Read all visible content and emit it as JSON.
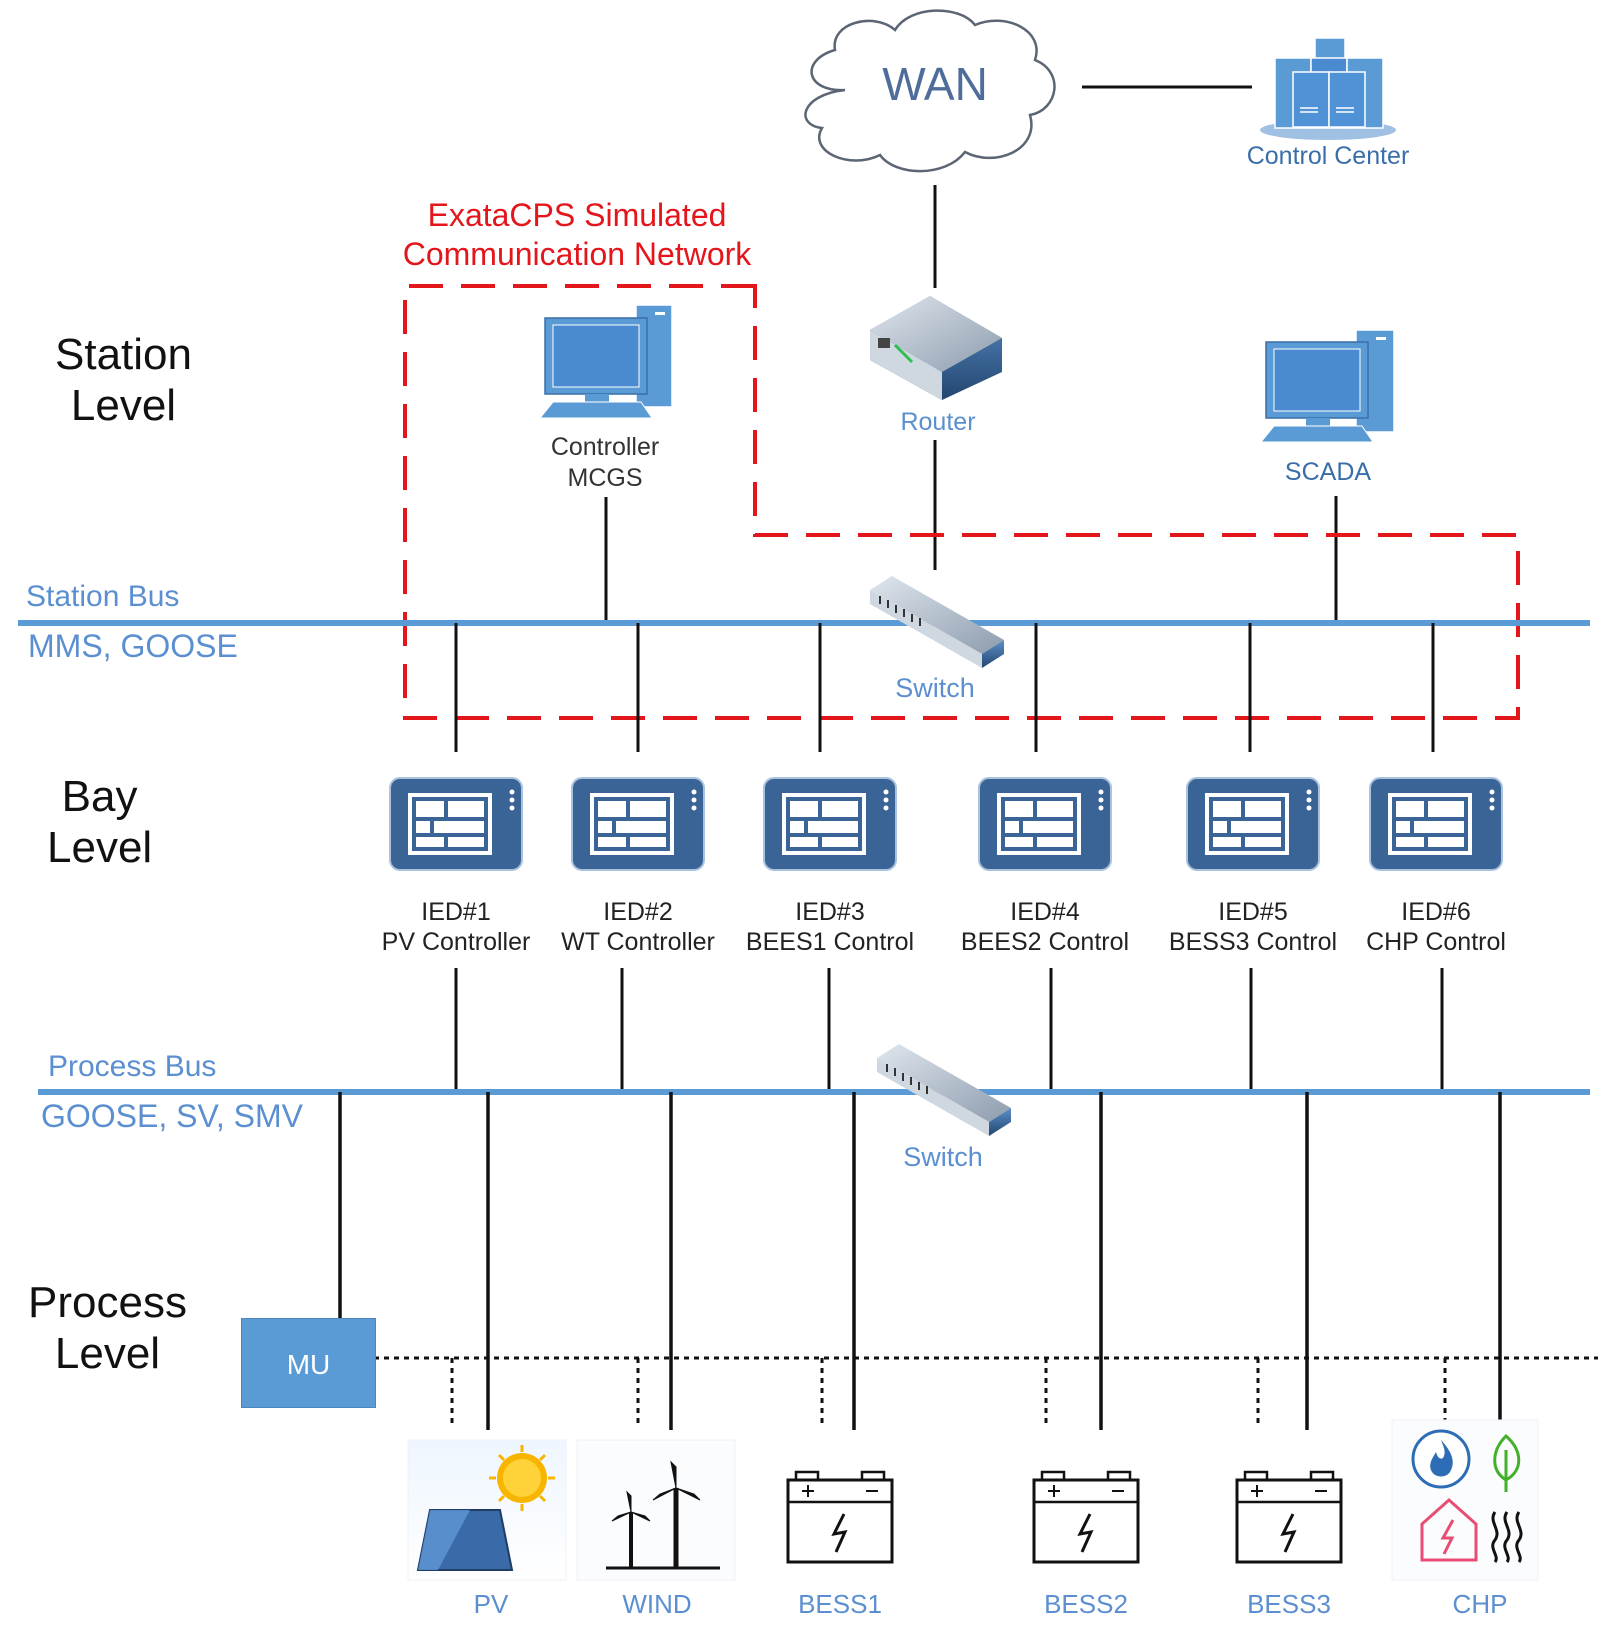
{
  "levels": {
    "station": "Station\nLevel",
    "bay": "Bay\nLevel",
    "process": "Process\nLevel"
  },
  "wan": {
    "label": "WAN"
  },
  "control_center": {
    "label": "Control Center",
    "icon": "server-cluster-icon"
  },
  "simulated_network": {
    "title_line1": "ExataCPS Simulated",
    "title_line2": "Communication Network",
    "color": "#e3161b"
  },
  "devices": {
    "controller": {
      "line1": "Controller",
      "line2": "MCGS"
    },
    "router": {
      "label": "Router"
    },
    "scada": {
      "label": "SCADA"
    },
    "station_switch": {
      "label": "Switch"
    },
    "process_switch": {
      "label": "Switch"
    }
  },
  "station_bus": {
    "name": "Station Bus",
    "protocols": "MMS, GOOSE",
    "color": "#5b9bd5"
  },
  "process_bus": {
    "name": "Process Bus",
    "protocols": "GOOSE, SV, SMV",
    "color": "#5b9bd5"
  },
  "ieds": [
    {
      "id": "IED#1",
      "role": "PV Controller"
    },
    {
      "id": "IED#2",
      "role": "WT Controller"
    },
    {
      "id": "IED#3",
      "role": "BEES1 Control"
    },
    {
      "id": "IED#4",
      "role": "BEES2 Control"
    },
    {
      "id": "IED#5",
      "role": "BESS3 Control"
    },
    {
      "id": "IED#6",
      "role": "CHP Control"
    }
  ],
  "mu": {
    "label": "MU"
  },
  "assets": [
    {
      "label": "PV",
      "icon": "solar-panel-icon"
    },
    {
      "label": "WIND",
      "icon": "wind-turbine-icon"
    },
    {
      "label": "BESS1",
      "icon": "battery-icon"
    },
    {
      "label": "BESS2",
      "icon": "battery-icon"
    },
    {
      "label": "BESS3",
      "icon": "battery-icon"
    },
    {
      "label": "CHP",
      "icon": "chp-icon"
    }
  ]
}
